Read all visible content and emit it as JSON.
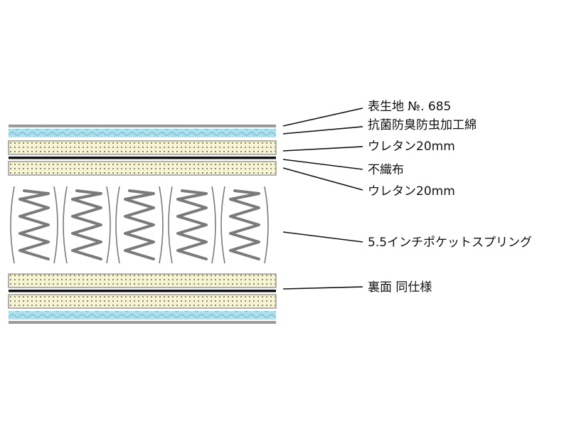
{
  "labels": {
    "top_cover": "表生地 №. 685",
    "cotton": "抗菌防臭防虫加工綿",
    "urethan_top": "ウレタン20mm",
    "nonwoven": "不織布",
    "urethan_bottom": "ウレタン20mm",
    "springs": "5.5インチポケットスプリング",
    "reverse": "裏面 同仕様"
  },
  "colors": {
    "cover_gray": "#9a9a9a",
    "cotton_blue": "#aee0ec",
    "urethan_cream": "#f6f4d2",
    "urethan_dot": "#3a3a2a",
    "nonwoven_black": "#111111",
    "spring_gray": "#7a7a7a",
    "leader_line": "#111111"
  }
}
